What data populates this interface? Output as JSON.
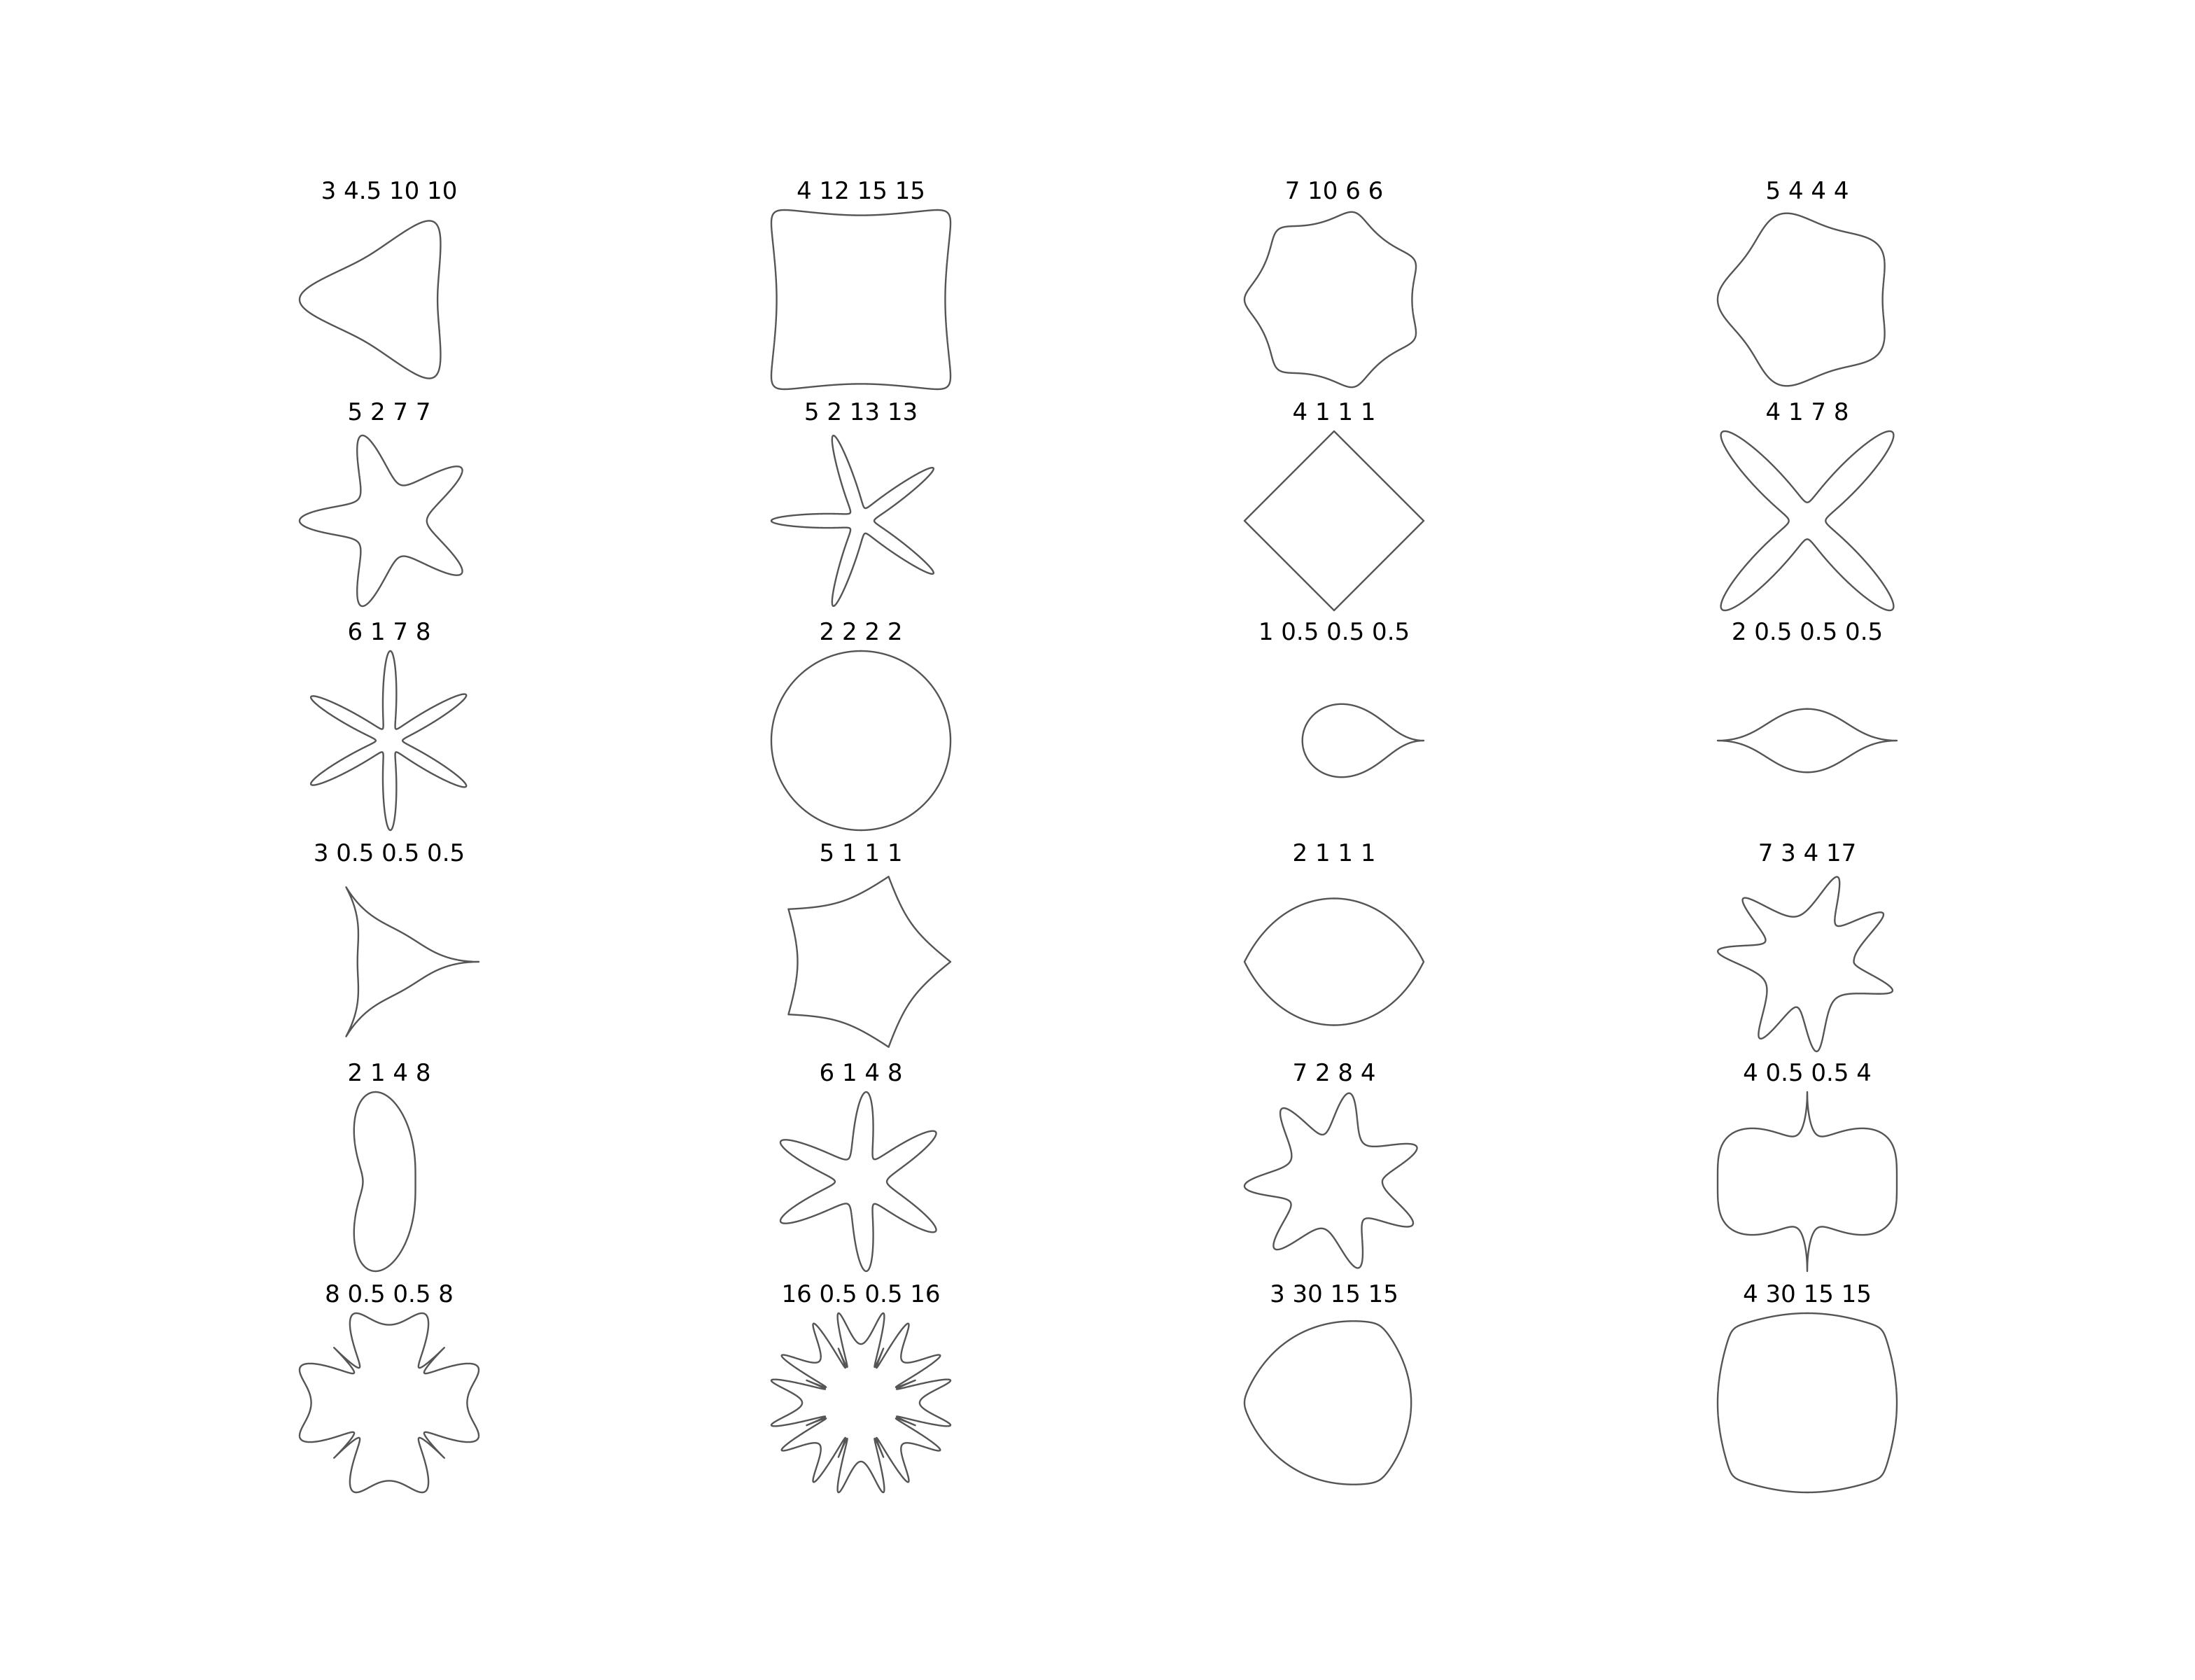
{
  "colors": {
    "background": "#ffffff",
    "stroke": "#555555",
    "label": "#000000"
  },
  "shapes": [
    {
      "label": "3 4.5 10 10",
      "m": 3,
      "n1": 4.5,
      "n2": 10,
      "n3": 10
    },
    {
      "label": "4 12 15 15",
      "m": 4,
      "n1": 12,
      "n2": 15,
      "n3": 15
    },
    {
      "label": "7 10 6 6",
      "m": 7,
      "n1": 10,
      "n2": 6,
      "n3": 6
    },
    {
      "label": "5 4 4 4",
      "m": 5,
      "n1": 4,
      "n2": 4,
      "n3": 4
    },
    {
      "label": "5 2 7 7",
      "m": 5,
      "n1": 2,
      "n2": 7,
      "n3": 7
    },
    {
      "label": "5 2 13 13",
      "m": 5,
      "n1": 2,
      "n2": 13,
      "n3": 13
    },
    {
      "label": "4 1 1 1",
      "m": 4,
      "n1": 1,
      "n2": 1,
      "n3": 1
    },
    {
      "label": "4 1 7 8",
      "m": 4,
      "n1": 1,
      "n2": 7,
      "n3": 8
    },
    {
      "label": "6 1 7 8",
      "m": 6,
      "n1": 1,
      "n2": 7,
      "n3": 8
    },
    {
      "label": "2 2 2 2",
      "m": 2,
      "n1": 2,
      "n2": 2,
      "n3": 2
    },
    {
      "label": "1 0.5 0.5 0.5",
      "m": 1,
      "n1": 0.5,
      "n2": 0.5,
      "n3": 0.5
    },
    {
      "label": "2 0.5 0.5 0.5",
      "m": 2,
      "n1": 0.5,
      "n2": 0.5,
      "n3": 0.5
    },
    {
      "label": "3 0.5 0.5 0.5",
      "m": 3,
      "n1": 0.5,
      "n2": 0.5,
      "n3": 0.5
    },
    {
      "label": "5 1 1 1",
      "m": 5,
      "n1": 1,
      "n2": 1,
      "n3": 1
    },
    {
      "label": "2 1 1 1",
      "m": 2,
      "n1": 1,
      "n2": 1,
      "n3": 1
    },
    {
      "label": "7 3 4 17",
      "m": 7,
      "n1": 3,
      "n2": 4,
      "n3": 17
    },
    {
      "label": "2 1 4 8",
      "m": 2,
      "n1": 1,
      "n2": 4,
      "n3": 8
    },
    {
      "label": "6 1 4 8",
      "m": 6,
      "n1": 1,
      "n2": 4,
      "n3": 8
    },
    {
      "label": "7 2 8 4",
      "m": 7,
      "n1": 2,
      "n2": 8,
      "n3": 4
    },
    {
      "label": "4 0.5 0.5 4",
      "m": 4,
      "n1": 0.5,
      "n2": 0.5,
      "n3": 4
    },
    {
      "label": "8 0.5 0.5 8",
      "m": 8,
      "n1": 0.5,
      "n2": 0.5,
      "n3": 8
    },
    {
      "label": "16 0.5 0.5 16",
      "m": 16,
      "n1": 0.5,
      "n2": 0.5,
      "n3": 16
    },
    {
      "label": "3 30 15 15",
      "m": 3,
      "n1": 30,
      "n2": 15,
      "n3": 15
    },
    {
      "label": "4 30 15 15",
      "m": 4,
      "n1": 30,
      "n2": 15,
      "n3": 15
    }
  ]
}
